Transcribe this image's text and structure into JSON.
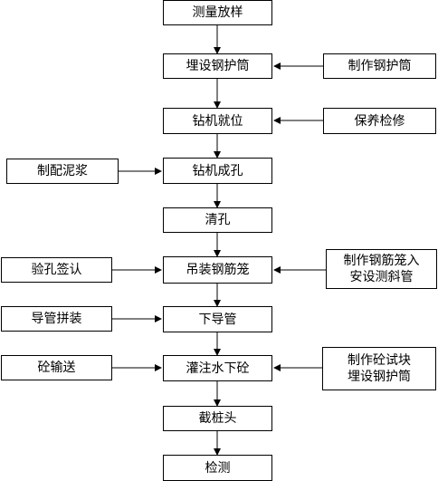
{
  "main_steps": {
    "s1": "测量放样",
    "s2": "埋设钢护筒",
    "s3": "钻机就位",
    "s4": "钻机成孔",
    "s5": "清孔",
    "s6": "吊装钢筋笼",
    "s7": "下导管",
    "s8": "灌注水下砼",
    "s9": "截桩头",
    "s10": "检测"
  },
  "left_inputs": {
    "l1": "制配泥浆",
    "l2": "验孔签认",
    "l3": "导管拼装",
    "l4": "砼输送"
  },
  "right_inputs": {
    "r1": "制作钢护筒",
    "r2": "保养检修",
    "r3": "制作钢筋笼入\n安设测斜管",
    "r4": "制作砼试块\n埋设钢护筒"
  }
}
